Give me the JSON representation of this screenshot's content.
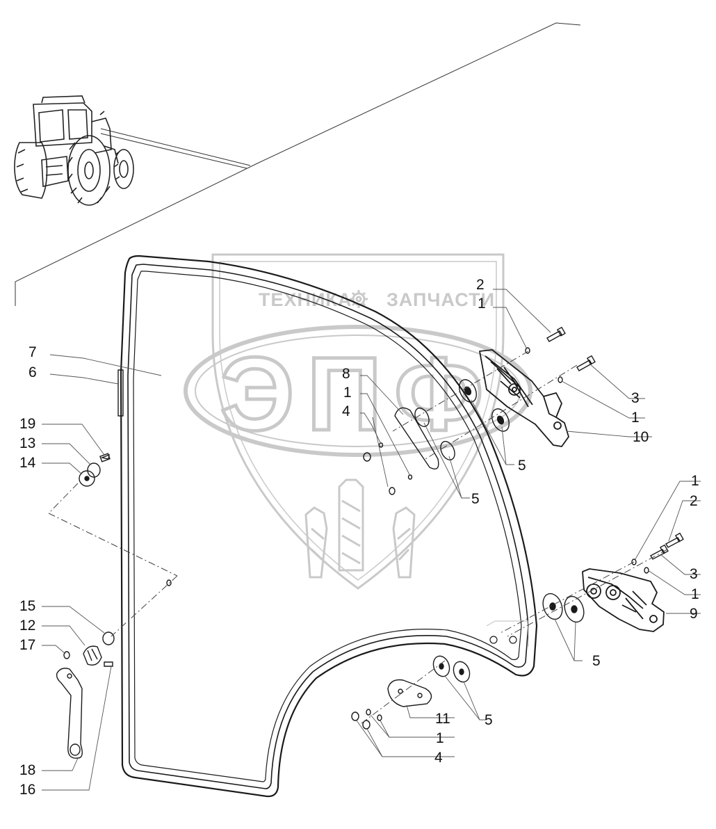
{
  "watermark": {
    "text_left": "ТЕХНИКА",
    "text_right": "ЗАПЧАСТИ",
    "logo_letters": "ЭПФ",
    "color": "#c9c9c9",
    "icon": "gear-icon"
  },
  "colors": {
    "line": "#1a1a1a",
    "leader": "#555555",
    "hatch": "#999999"
  },
  "callouts": [
    {
      "text": "2"
    },
    {
      "text": "1"
    },
    {
      "text": "7"
    },
    {
      "text": "6"
    },
    {
      "text": "8"
    },
    {
      "text": "1"
    },
    {
      "text": "4"
    },
    {
      "text": "3"
    },
    {
      "text": "1"
    },
    {
      "text": "10"
    },
    {
      "text": "19"
    },
    {
      "text": "13"
    },
    {
      "text": "14"
    },
    {
      "text": "5"
    },
    {
      "text": "5"
    },
    {
      "text": "1"
    },
    {
      "text": "2"
    },
    {
      "text": "3"
    },
    {
      "text": "1"
    },
    {
      "text": "9"
    },
    {
      "text": "15"
    },
    {
      "text": "12"
    },
    {
      "text": "17"
    },
    {
      "text": "5"
    },
    {
      "text": "11"
    },
    {
      "text": "5"
    },
    {
      "text": "1"
    },
    {
      "text": "4"
    },
    {
      "text": "18"
    },
    {
      "text": "16"
    }
  ]
}
